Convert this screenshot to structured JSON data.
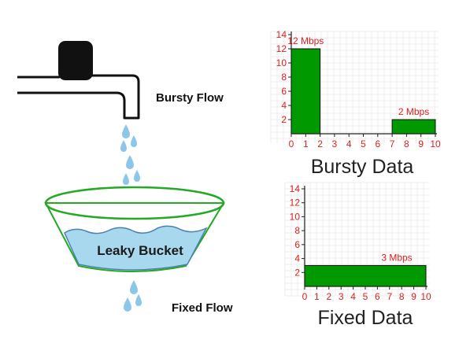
{
  "labels": {
    "bursty_flow": "Bursty Flow",
    "fixed_flow": "Fixed Flow",
    "leaky_bucket": "Leaky Bucket"
  },
  "colors": {
    "bar": "#009900",
    "bucket_rim": "#22aa22",
    "water": "#a8d8ee",
    "drop": "#8cc6e8",
    "tick_text": "#e02020",
    "faucet": "#111111"
  },
  "chart_data": [
    {
      "type": "bar",
      "caption": "Bursty Data",
      "x_ticks": [
        "0",
        "1",
        "2",
        "3",
        "4",
        "5",
        "6",
        "7",
        "8",
        "9",
        "10"
      ],
      "y_ticks": [
        "2",
        "4",
        "6",
        "8",
        "10",
        "12",
        "14"
      ],
      "xlim": [
        0,
        10
      ],
      "ylim": [
        0,
        14
      ],
      "grid": true,
      "bars": [
        {
          "x0": 0,
          "x1": 2,
          "value": 12,
          "label": "12 Mbps"
        },
        {
          "x0": 7,
          "x1": 10,
          "value": 2,
          "label": "2 Mbps"
        }
      ]
    },
    {
      "type": "bar",
      "caption": "Fixed Data",
      "x_ticks": [
        "0",
        "1",
        "2",
        "3",
        "4",
        "5",
        "6",
        "7",
        "8",
        "9",
        "10"
      ],
      "y_ticks": [
        "2",
        "4",
        "6",
        "8",
        "10",
        "12",
        "14"
      ],
      "xlim": [
        0,
        10
      ],
      "ylim": [
        0,
        14
      ],
      "grid": true,
      "bars": [
        {
          "x0": 0,
          "x1": 10,
          "value": 3,
          "label": "3 Mbps"
        }
      ]
    }
  ]
}
